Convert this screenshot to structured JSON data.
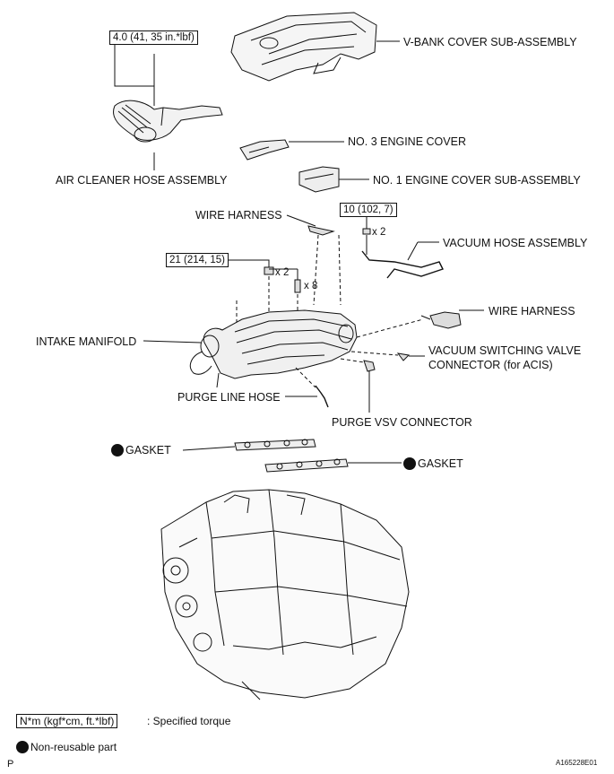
{
  "labels": {
    "v_bank_cover": "V-BANK COVER SUB-ASSEMBLY",
    "no3_engine_cover": "NO. 3 ENGINE COVER",
    "no1_engine_cover": "NO. 1 ENGINE COVER SUB-ASSEMBLY",
    "air_cleaner_hose": "AIR CLEANER HOSE ASSEMBLY",
    "wire_harness_top": "WIRE HARNESS",
    "vacuum_hose": "VACUUM HOSE ASSEMBLY",
    "wire_harness_right": "WIRE HARNESS",
    "intake_manifold": "INTAKE MANIFOLD",
    "vsv_connector_line1": "VACUUM SWITCHING VALVE",
    "vsv_connector_line2": "CONNECTOR (for ACIS)",
    "purge_line_hose": "PURGE LINE HOSE",
    "purge_vsv_connector": "PURGE VSV CONNECTOR",
    "gasket_left": "GASKET",
    "gasket_right": "GASKET"
  },
  "torques": {
    "air_cleaner": "4.0 (41, 35 in.*lbf)",
    "vacuum_hose": "10 (102, 7)",
    "manifold": "21 (214, 15)"
  },
  "quantities": {
    "vacuum_bolts": "x 2",
    "manifold_nuts": "x 2",
    "manifold_bolts": "x 8"
  },
  "legend": {
    "torque_units": "N*m (kgf*cm, ft.*lbf)",
    "torque_desc": ": Specified torque",
    "nonreusable": "Non-reusable part"
  },
  "footer": {
    "figure_code": "A165228E01",
    "page_mark": "P"
  }
}
